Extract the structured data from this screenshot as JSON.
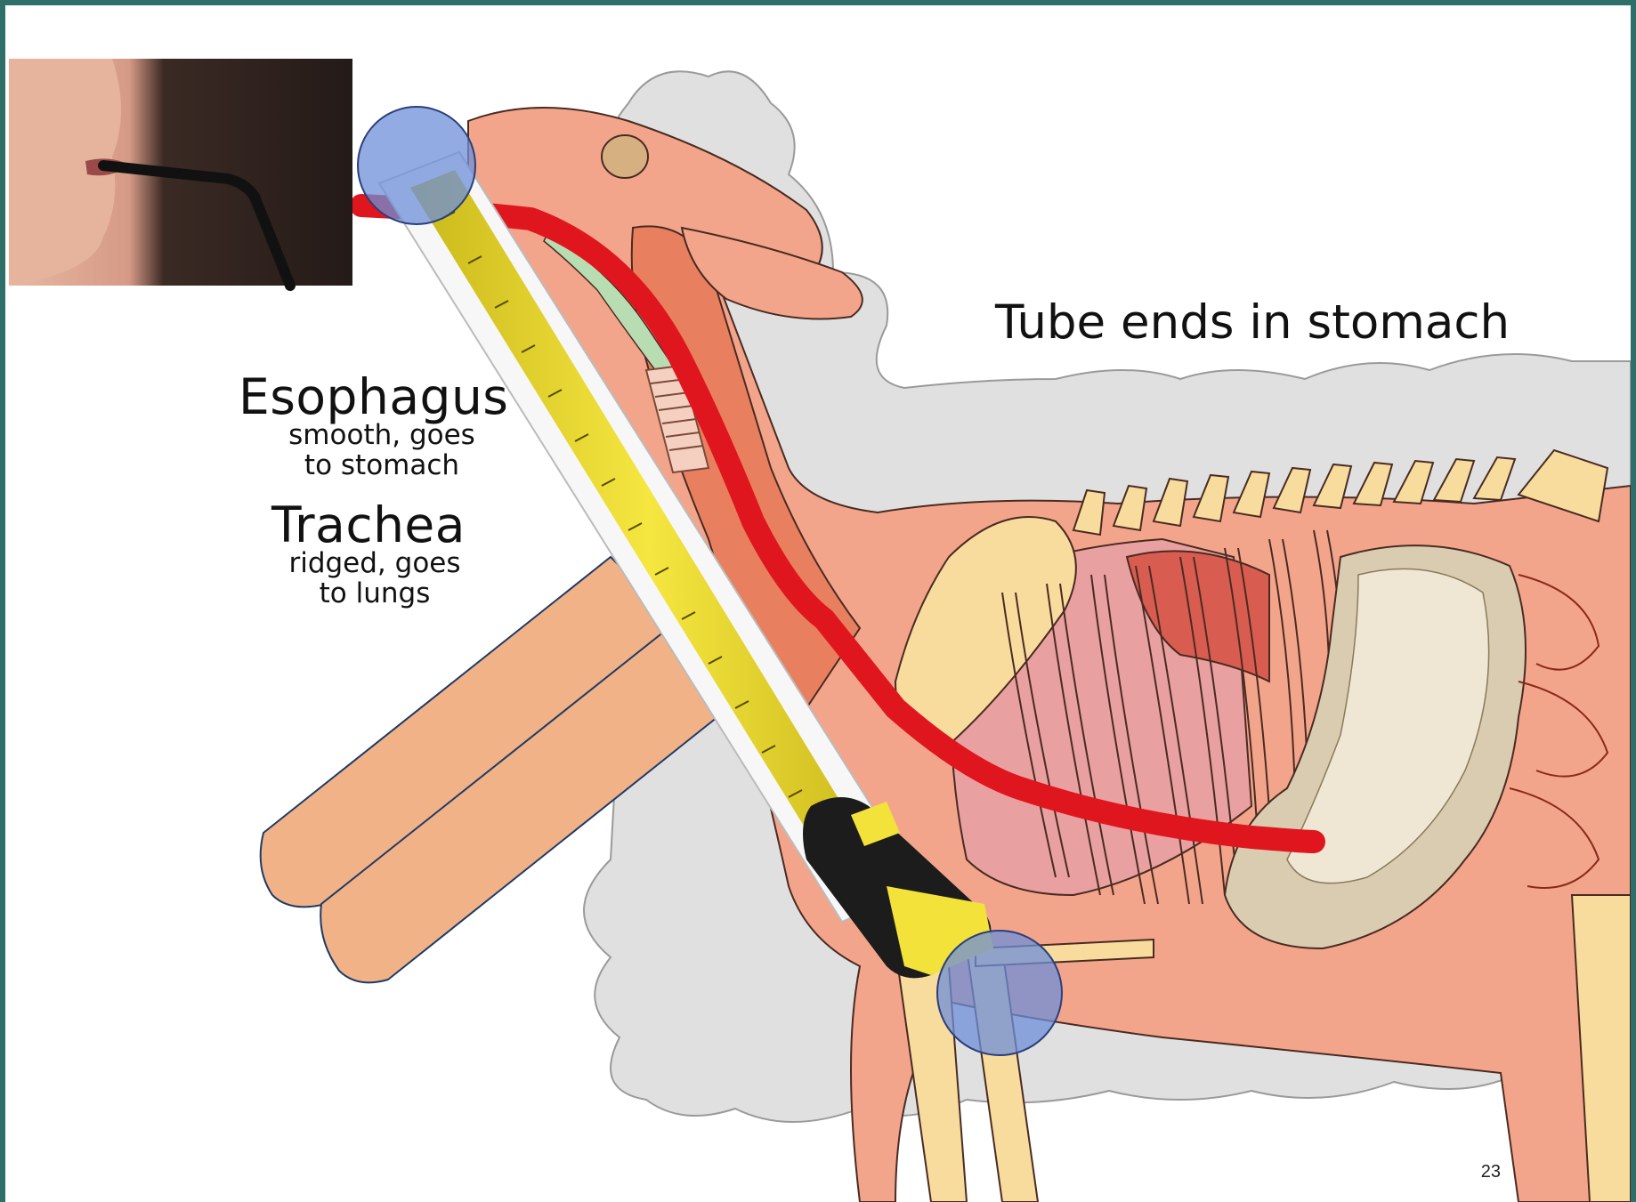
{
  "labels": {
    "tube_end": "Tube ends in stomach",
    "esophagus_title": "Esophagus",
    "esophagus_desc_1": "smooth, goes",
    "esophagus_desc_2": "to stomach",
    "trachea_title": "Trachea",
    "trachea_desc_1": "ridged, goes",
    "trachea_desc_2": "to lungs"
  },
  "page_number": "23",
  "colors": {
    "border": "#2f6f6a",
    "wool": "#dcdcdc",
    "body": "#f3a58c",
    "neck_muscle": "#e8805f",
    "bone": "#f7dc9e",
    "lung": "#e9a0a0",
    "stomach": "#efe6d4",
    "tube": "#e0161e",
    "measure_tape": "#f2e23a",
    "arm": "#f2b287",
    "marker": "#6e8fd8"
  },
  "icons": [
    "straw-photo",
    "measuring-tape",
    "landmark-nose-marker",
    "landmark-elbow-marker"
  ]
}
